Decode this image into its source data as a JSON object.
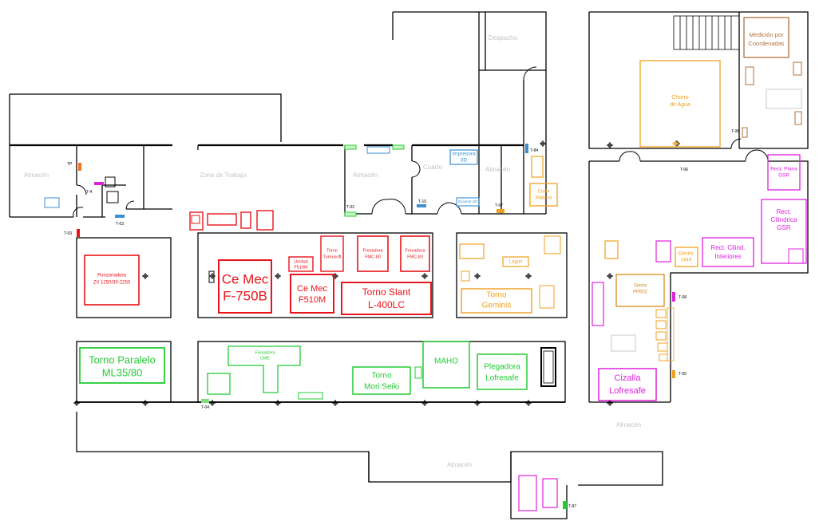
{
  "colors": {
    "red": "#e8141c",
    "green": "#22cc33",
    "orange": "#f0a020",
    "magenta": "#e020e0",
    "blue": "#3a8fd0",
    "brown": "#b0703a",
    "black": "#000000"
  },
  "machines": {
    "punzonadora": {
      "line1": "Punzonadora",
      "line2": "ZX 1250/30-2250"
    },
    "ce_mec_f750b": {
      "line1": "Ce Mec",
      "line2": "F-750B"
    },
    "ce_mec_f510m": {
      "line1": "Ce Mec",
      "line2": "F510M"
    },
    "unidad_f510m": {
      "line1": "Unidad",
      "line2": "F510M"
    },
    "torno_turnosoft": {
      "line1": "Torno",
      "line2": "Turnosoft"
    },
    "fresadora_fmc80_a": {
      "line1": "Fresadora",
      "line2": "FMC-80"
    },
    "fresadora_fmc80_b": {
      "line1": "Fresadora",
      "line2": "FMC-80"
    },
    "torno_slant": {
      "line1": "Torno Slant",
      "line2": "L-400LC"
    },
    "torno_paralelo": {
      "line1": "Torno Paralelo",
      "line2": "ML35/80"
    },
    "fresadora_cme": {
      "line1": "Fresadora",
      "line2": "CME"
    },
    "torno_mori": {
      "line1": "Torno",
      "line2": "Mori Seiki"
    },
    "maho": {
      "line1": "MAHO"
    },
    "plegadora": {
      "line1": "Plegadora",
      "line2": "Lofresafe"
    },
    "torno_gemini": {
      "line1": "Torno",
      "line2": "Geminis"
    },
    "chorro_agua": {
      "line1": "Chorro",
      "line2": "de Agua"
    },
    "medicion": {
      "line1": "Medición por",
      "line2": "Coordenadas"
    },
    "sierra": {
      "line1": "Sierra",
      "line2": "PP602"
    },
    "electro_ona": {
      "line1": "Electro.",
      "line2": "ONA"
    },
    "rect_cilind_int": {
      "line1": "Rect. Cilind.",
      "line2": "Interiores"
    },
    "rect_cilindrica_gsr": {
      "line1": "Rect.",
      "line2": "Cilindrica",
      "line3": "GSR"
    },
    "rect_plana_gsr": {
      "line1": "Rect. Plana",
      "line2": "GSR"
    },
    "cizalla": {
      "line1": "Cizalla",
      "line2": "Lofresafe"
    },
    "impresora_3d": {
      "line1": "Impresora",
      "line2": "3D"
    },
    "escaner_3d": {
      "line1": "Escaner 3D"
    },
    "corte_madera": {
      "line1": "Corte",
      "line2": "Madera"
    },
    "lagun": {
      "line1": "Lagun"
    }
  },
  "tags": {
    "t_tp": "TP",
    "t_t4": "T-4",
    "t_t03": "T-03",
    "t_t02": "T-02",
    "t_t10": "T-10",
    "t_t07": "T-07",
    "t_t04": "T-04",
    "t_t08": "T-08",
    "t_t06": "T-06",
    "t_t05": "T-05",
    "t_t87": "T-87",
    "t_t84": "T-84"
  }
}
